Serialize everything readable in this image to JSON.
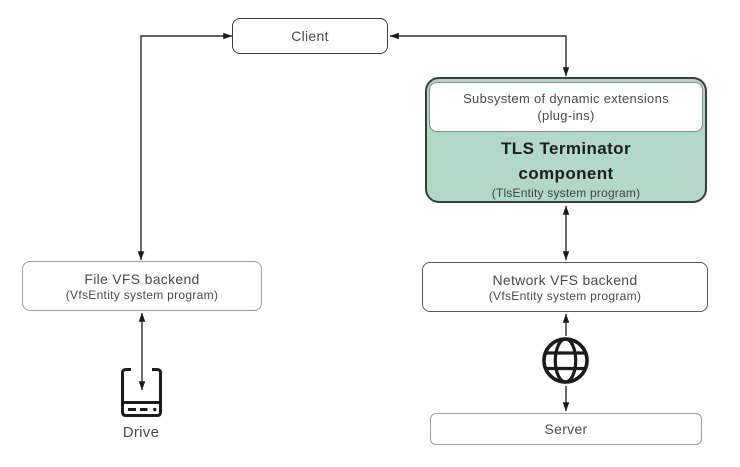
{
  "nodes": {
    "client": {
      "label": "Client"
    },
    "subsystem": {
      "line1": "Subsystem of dynamic extensions",
      "line2": "(plug-ins)"
    },
    "tls": {
      "title_line1": "TLS Terminator",
      "title_line2": "component",
      "subtitle": "(TlsEntity system program)"
    },
    "file_vfs": {
      "title": "File VFS backend",
      "subtitle": "(VfsEntity system program)"
    },
    "network_vfs": {
      "title": "Network VFS backend",
      "subtitle": "(VfsEntity system program)"
    },
    "server": {
      "label": "Server"
    },
    "drive": {
      "label": "Drive"
    }
  },
  "icons": {
    "drive": "drive-icon",
    "globe": "globe-icon"
  },
  "colors": {
    "tls_fill": "#b2d8c8",
    "border_dark": "#3d3d3d",
    "border_mid": "#8c8c8c",
    "border_light": "#9c9c9c",
    "line_color": "#2c2c2c",
    "text_color": "#4a4a4a"
  }
}
